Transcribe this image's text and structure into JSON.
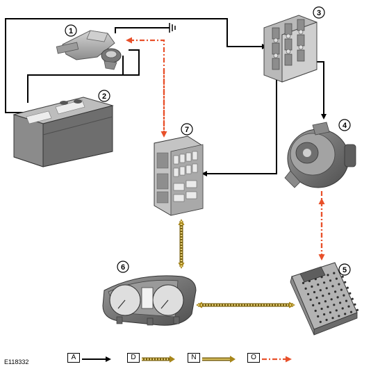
{
  "figure_ref": "E118332",
  "callouts": {
    "c1": "1",
    "c2": "2",
    "c3": "3",
    "c4": "4",
    "c5": "5",
    "c6": "6",
    "c7": "7"
  },
  "legend": [
    {
      "letter": "A",
      "style": "solid",
      "color": "#000000"
    },
    {
      "letter": "D",
      "style": "dotted",
      "color": "#b8961c"
    },
    {
      "letter": "N",
      "style": "double",
      "color": "#b8961c"
    },
    {
      "letter": "O",
      "style": "dashdot",
      "color": "#e8502a"
    }
  ],
  "colors": {
    "solid": "#000000",
    "gold": "#b8961c",
    "orange": "#e8502a",
    "component_gray": "#a8a8a8"
  }
}
